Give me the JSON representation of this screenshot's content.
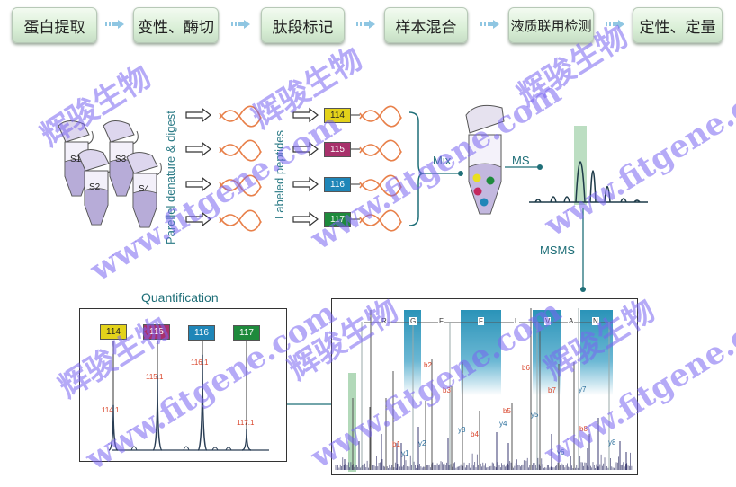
{
  "workflow_steps": [
    "蛋白提取",
    "变性、酶切",
    "肽段标记",
    "样本混合",
    "液质联用检测",
    "定性、定量"
  ],
  "samples": [
    "S1",
    "S2",
    "S3",
    "S4"
  ],
  "labels": {
    "digest": "Parellel denature & digest",
    "labeled": "Labeled peptides",
    "mix": "Mix",
    "ms": "MS",
    "msms": "MSMS",
    "quantification": "Quantification"
  },
  "tags": [
    {
      "text": "114",
      "color": "#e3d21a",
      "text_color": "#222"
    },
    {
      "text": "115",
      "color": "#a8316b",
      "text_color": "#fff"
    },
    {
      "text": "116",
      "color": "#1f86b8",
      "text_color": "#fff"
    },
    {
      "text": "117",
      "color": "#1e8a3c",
      "text_color": "#fff"
    }
  ],
  "quant_peaks": [
    {
      "label": "114.1",
      "rel_height": 0.36
    },
    {
      "label": "115.1",
      "rel_height": 0.6
    },
    {
      "label": "116.1",
      "rel_height": 0.76
    },
    {
      "label": "117.1",
      "rel_height": 0.17
    }
  ],
  "sequence": [
    "R",
    "G",
    "F",
    "F",
    "L",
    "V",
    "A",
    "N"
  ],
  "ions": [
    {
      "text": "b1",
      "type": "b"
    },
    {
      "text": "y1",
      "type": "y"
    },
    {
      "text": "b2",
      "type": "b"
    },
    {
      "text": "y2",
      "type": "y"
    },
    {
      "text": "b3",
      "type": "b"
    },
    {
      "text": "y3",
      "type": "y"
    },
    {
      "text": "b4",
      "type": "b"
    },
    {
      "text": "y4",
      "type": "y"
    },
    {
      "text": "b5",
      "type": "b"
    },
    {
      "text": "b6",
      "type": "b"
    },
    {
      "text": "y5",
      "type": "y"
    },
    {
      "text": "b7",
      "type": "b"
    },
    {
      "text": "y6",
      "type": "y"
    },
    {
      "text": "y7",
      "type": "y"
    },
    {
      "text": "b8",
      "type": "b"
    },
    {
      "text": "y8",
      "type": "y"
    }
  ],
  "watermark": {
    "cn": "辉骏生物",
    "url": "www.fitgene.com"
  },
  "colors": {
    "teal": "#1f6f78",
    "wave": "#e8804a",
    "highlight": "#9fd0a8",
    "bar": "#2a93b8"
  }
}
